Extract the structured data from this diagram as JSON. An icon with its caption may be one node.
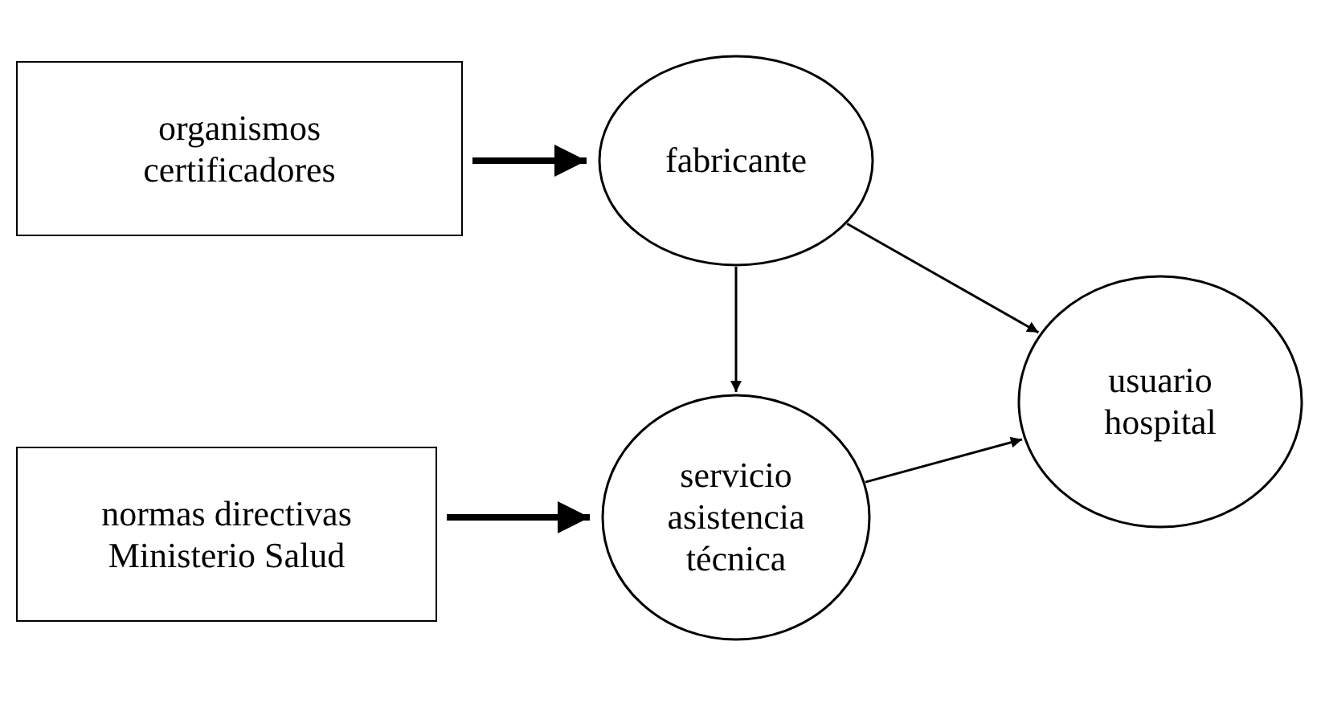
{
  "diagram": {
    "nodes": [
      {
        "text": [
          "organismos certificadores"
        ]
      },
      {
        "text": [
          "fabricante"
        ]
      },
      {
        "text": [
          "usuario hospital"
        ]
      },
      {
        "text": [
          "normas directivas Ministerio Salud"
        ]
      },
      {
        "text": [
          "servicio asistencia técnica"
        ]
      }
    ],
    "edges": [
      {
        "from": 0,
        "to": 1,
        "arrow": "to",
        "style": "thick"
      },
      {
        "from": 1,
        "to": 4,
        "arrow": "to"
      },
      {
        "from": 1,
        "to": 2,
        "arrow": "to"
      },
      {
        "from": 3,
        "to": 4,
        "arrow": "to",
        "style": "thick"
      },
      {
        "from": 4,
        "to": 2,
        "arrow": "to"
      }
    ]
  }
}
